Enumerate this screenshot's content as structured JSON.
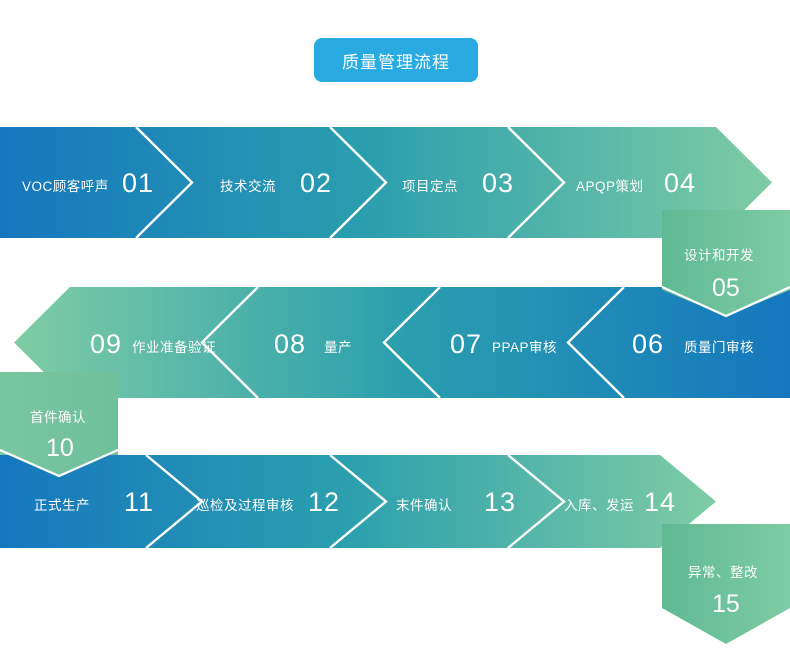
{
  "title": {
    "text": "质量管理流程",
    "bg": "#29ABE2",
    "color": "#ffffff"
  },
  "palette": {
    "blue": "#1577BE",
    "teal": "#2B9FAE",
    "green": "#7FCCA4",
    "green_light": "#73C39E",
    "accent": "#29ABE2",
    "separator": "#ffffff"
  },
  "rows": [
    {
      "id": "row-1",
      "direction": "left-to-right",
      "gradient": [
        "#1577BE",
        "#2B9FAE",
        "#7FCCA4"
      ],
      "steps": [
        {
          "num": "01",
          "label": "VOC顾客呼声"
        },
        {
          "num": "02",
          "label": "技术交流"
        },
        {
          "num": "03",
          "label": "项目定点"
        },
        {
          "num": "04",
          "label": "APQP策划"
        }
      ]
    },
    {
      "id": "row-2",
      "direction": "right-to-left",
      "gradient": [
        "#7FCCA4",
        "#2B9FAE",
        "#1577BE"
      ],
      "steps": [
        {
          "num": "09",
          "label": "作业准备验证"
        },
        {
          "num": "08",
          "label": "量产"
        },
        {
          "num": "07",
          "label": "PPAP审核"
        },
        {
          "num": "06",
          "label": "质量门审核"
        }
      ]
    },
    {
      "id": "row-3",
      "direction": "left-to-right",
      "gradient": [
        "#1577BE",
        "#2B9FAE",
        "#7FCCA4"
      ],
      "steps": [
        {
          "num": "11",
          "label": "正式生产"
        },
        {
          "num": "12",
          "label": "巡检及过程审核"
        },
        {
          "num": "13",
          "label": "末件确认"
        },
        {
          "num": "14",
          "label": "入库、发运"
        }
      ]
    }
  ],
  "connectors": [
    {
      "id": "connector-05",
      "num": "05",
      "label": "设计和开发",
      "color": "#64BC96",
      "position": "right"
    },
    {
      "id": "connector-10",
      "num": "10",
      "label": "首件确认",
      "color": "#73C39E",
      "position": "left"
    },
    {
      "id": "connector-15",
      "num": "15",
      "label": "异常、整改",
      "color": "#64BC96",
      "position": "right"
    }
  ]
}
